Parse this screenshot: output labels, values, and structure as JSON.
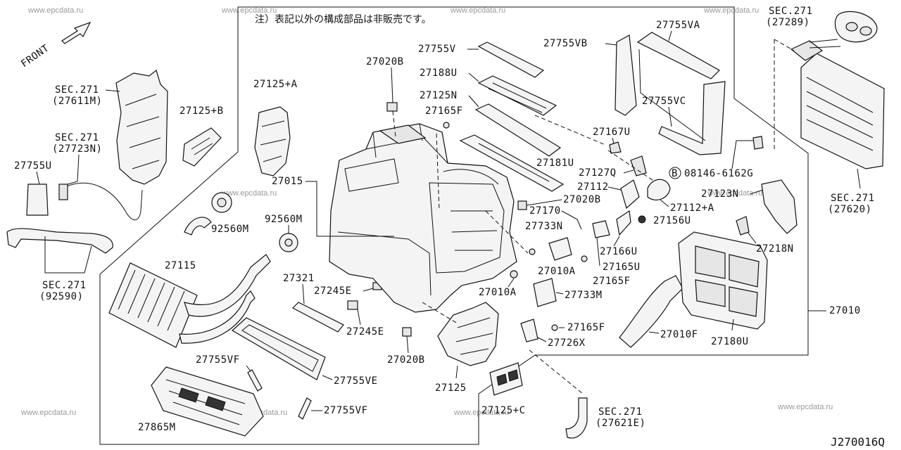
{
  "note": "注）表記以外の構成部品は非販売です。",
  "front_label": "FRONT",
  "diagram_code": "J270016Q",
  "watermark": "www.epcdata.ru",
  "labels": {
    "sec271_27611m_a": "SEC.271",
    "sec271_27611m_b": "(27611M)",
    "sec271_27723n_a": "SEC.271",
    "sec271_27723n_b": "(27723N)",
    "p27755u": "27755U",
    "sec271_92590_a": "SEC.271",
    "sec271_92590_b": "(92590)",
    "p27125b": "27125+B",
    "p27125a": "27125+A",
    "p27015": "27015",
    "p92560m_1": "92560M",
    "p92560m_2": "92560M",
    "p27115": "27115",
    "p27321": "27321",
    "p27245e_1": "27245E",
    "p27245e_2": "27245E",
    "p27020b_1": "27020B",
    "p27020b_2": "27020B",
    "p27020b_3": "27020B",
    "p27755v": "27755V",
    "p27188u": "27188U",
    "p27125n": "27125N",
    "p27165f_1": "27165F",
    "p27165f_2": "27165F",
    "p27165f_3": "27165F",
    "p27755vb": "27755VB",
    "p27755va": "27755VA",
    "p27755vc": "27755VC",
    "p27167u": "27167U",
    "p27181u": "27181U",
    "p27127q": "27127Q",
    "p08146": "08146-6162G",
    "bolt_b": "B",
    "p27112": "27112",
    "p27112a": "27112+A",
    "p27123n": "27123N",
    "p27170": "27170",
    "p27156u": "27156U",
    "p27733n": "27733N",
    "p27218n": "27218N",
    "p27166u": "27166U",
    "p27165u": "27165U",
    "p27010a_1": "27010A",
    "p27010a_2": "27010A",
    "p27733m": "27733M",
    "p27010": "27010",
    "p27726x": "27726X",
    "p27010f": "27010F",
    "p27180u": "27180U",
    "p27755vf_1": "27755VF",
    "p27755vf_2": "27755VF",
    "p27755ve": "27755VE",
    "p27125": "27125",
    "p27125c": "27125+C",
    "p27865m": "27865M",
    "sec271_27289_a": "SEC.271",
    "sec271_27289_b": "(27289)",
    "sec271_27620_a": "SEC.271",
    "sec271_27620_b": "(27620)",
    "sec271_27621e_a": "SEC.271",
    "sec271_27621e_b": "(27621E)"
  }
}
